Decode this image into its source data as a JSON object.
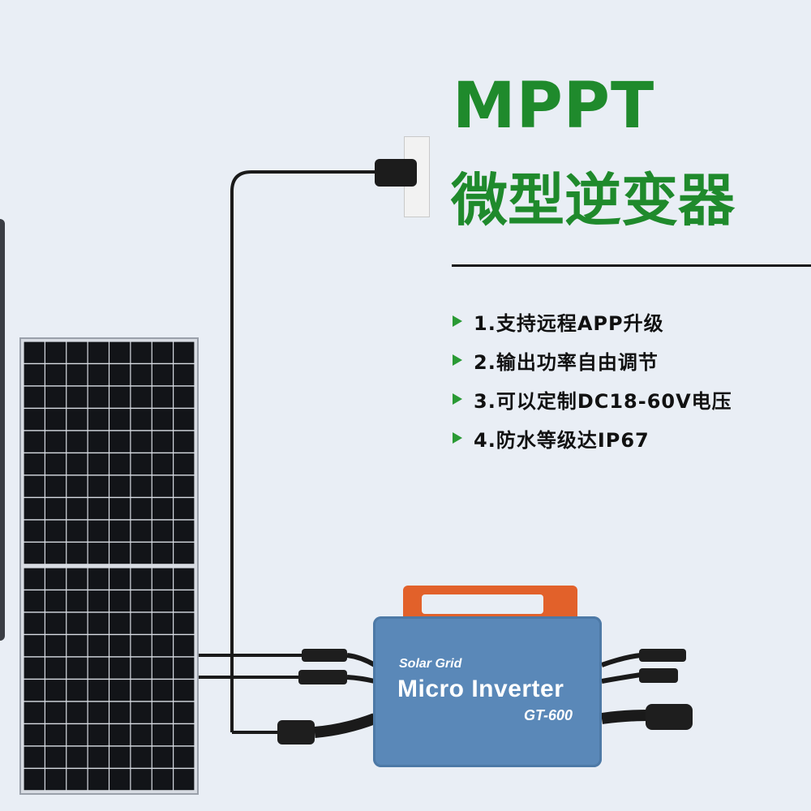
{
  "heading": {
    "title": "MPPT",
    "subtitle": "微型逆变器"
  },
  "features": [
    "1.支持远程APP升级",
    "2.输出功率自由调节",
    "3.可以定制DC18-60V电压",
    "4.防水等级达IP67"
  ],
  "inverter": {
    "brand": "Solar Grid",
    "name": "Micro Inverter",
    "model": "GT-600"
  },
  "colors": {
    "heading_green": "#1f8a2c",
    "bullet_green": "#2a9a34",
    "inverter_blue": "#5a88b8",
    "handle_orange": "#e2612a",
    "background": "#e9eef5"
  }
}
